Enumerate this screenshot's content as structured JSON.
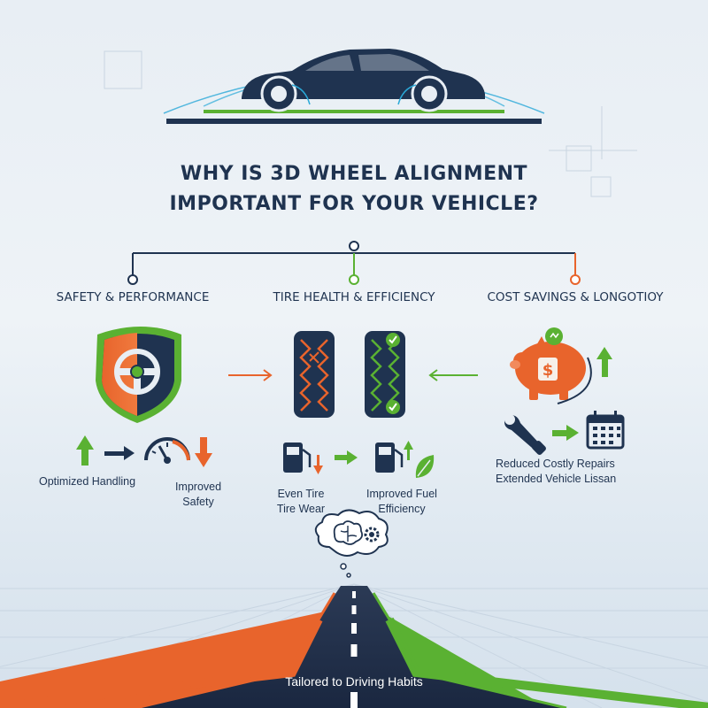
{
  "title": {
    "line1": "WHY IS 3D WHEEL ALIGNMENT",
    "line2": "IMPORTANT FOR YOUR VEHICLE?"
  },
  "sections": [
    {
      "title": "SAFETY & PERFORMANCE",
      "labels": [
        "Optimized Handling",
        "Improved",
        "Safety"
      ],
      "icons": [
        "shield-steering-wheel-icon",
        "up-arrow-icon",
        "right-arrow-icon",
        "speedometer-icon",
        "down-arrow-icon"
      ]
    },
    {
      "title": "TIRE HEALTH & EFFICIENCY",
      "labels": [
        "Even Tire",
        "Tire Wear",
        "Improved Fuel",
        "Efficiency"
      ],
      "icons": [
        "worn-tire-icon",
        "healthy-tire-icon",
        "fuel-pump-icon",
        "leaf-icon"
      ]
    },
    {
      "title": "COST SAVINGS & LONGOTIOY",
      "labels": [
        "Reduced Costly Repairs",
        "Extended Vehicle Lissan"
      ],
      "icons": [
        "piggy-bank-icon",
        "wrench-icon",
        "calendar-icon"
      ]
    }
  ],
  "footer": {
    "caption": "Tailored to Driving Habits",
    "icons": [
      "brain-thought-bubble-icon",
      "gear-icon"
    ]
  },
  "colors": {
    "navy": "#1f3350",
    "orange": "#e8642c",
    "green": "#5ab132",
    "cyan": "#2aa9d8"
  }
}
